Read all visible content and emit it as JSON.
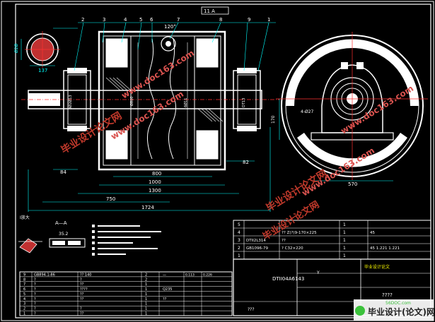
{
  "drawing": {
    "part_numbers": [
      "1",
      "2",
      "3",
      "4",
      "5",
      "6",
      "7",
      "8",
      "9"
    ],
    "dimensions": {
      "overall": "1724",
      "d1300": "1300",
      "d1000": "1000",
      "d800": "800",
      "d750": "750",
      "d137": "137",
      "d84": "84",
      "d82": "82",
      "d570": "570",
      "d170": "170",
      "angle": "120°",
      "shaft_dia": "Ø2Ø",
      "keyway": "35.2",
      "tol": "4-Ø27"
    },
    "annotations": {
      "section_label": "A—A",
      "detail_label": "I放大",
      "top_tol": "11 A",
      "bearing_a": "3Ø2Ø13",
      "bearing_b": "Ø800",
      "bearing_c": "6Ø11",
      "bearing_d": "DT13"
    }
  },
  "bom": {
    "upper_rows": [
      {
        "no": "5",
        "code": "",
        "name": "",
        "qty": "1",
        "weight": ""
      },
      {
        "no": "4",
        "code": "",
        "name": "?? Z(?)9-170×225",
        "qty": "1",
        "weight": "45"
      },
      {
        "no": "3",
        "code": "DTII2L314",
        "name": "??",
        "qty": "1",
        "weight": ""
      },
      {
        "no": "2",
        "code": "GB1096-79",
        "name": "? C32×220",
        "qty": "1",
        "weight": "45 1.221 1.221"
      },
      {
        "no": "1",
        "code": "",
        "name": "",
        "qty": "1",
        "weight": ""
      }
    ],
    "lower_rows": [
      {
        "no": "9",
        "code": "GB894.1-86",
        "name": "?? 140",
        "qty": "2",
        "mat": "—",
        "w1": "0.113",
        "w2": "0.226"
      },
      {
        "no": "8",
        "code": "?",
        "name": "?",
        "qty": "2",
        "mat": "",
        "w1": "",
        "w2": ""
      },
      {
        "no": "7",
        "code": "?",
        "name": "??",
        "qty": "1",
        "mat": "",
        "w1": "",
        "w2": ""
      },
      {
        "no": "6",
        "code": "?",
        "name": "????",
        "qty": "1",
        "mat": "Q235",
        "w1": "",
        "w2": ""
      },
      {
        "no": "5",
        "code": "?",
        "name": "??",
        "qty": "1",
        "mat": "",
        "w1": "",
        "w2": ""
      },
      {
        "no": "4",
        "code": "?",
        "name": "??",
        "qty": "1",
        "mat": "??",
        "w1": "",
        "w2": ""
      },
      {
        "no": "3",
        "code": "?",
        "name": "",
        "qty": "1",
        "mat": "",
        "w1": "",
        "w2": ""
      },
      {
        "no": "2",
        "code": "?",
        "name": "?",
        "qty": "1",
        "mat": "",
        "w1": "",
        "w2": ""
      },
      {
        "no": "1",
        "code": "?",
        "name": "??",
        "qty": "1",
        "mat": "",
        "w1": "",
        "w2": ""
      }
    ],
    "title_block": {
      "drawing_no": "DTII04A6143",
      "fraction": "Y",
      "school": "毕业设计论文",
      "title": "????",
      "scale": "???"
    }
  },
  "watermarks": {
    "bysj": "毕业设计论文网",
    "url": "www.doc163.com",
    "corner_site": "56DOC.com",
    "corner_brand": "毕业设计(论文)网"
  },
  "colors": {
    "background": "#000000",
    "line": "#ffffff",
    "dim": "#00ffff",
    "center": "#ff3030",
    "table": "#ffffff",
    "watermark": "#c0392b",
    "watermark_url": "#d9534f",
    "corner": "#3cc23c"
  }
}
